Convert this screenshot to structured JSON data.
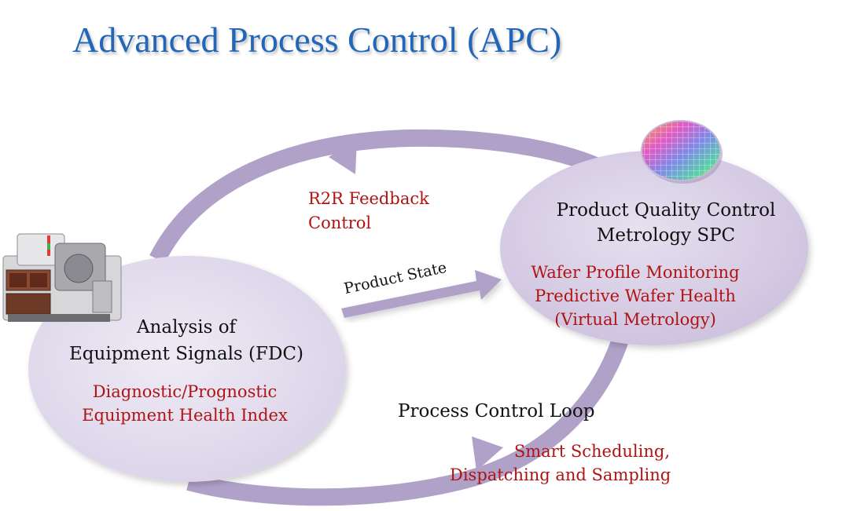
{
  "title": "Advanced Process Control (APC)",
  "feedback": {
    "line1": "R2R Feedback",
    "line2": "Control"
  },
  "quality": {
    "line1": "Product Quality Control",
    "line2": "Metrology SPC",
    "red1": "Wafer Profile Monitoring",
    "red2": "Predictive Wafer Health",
    "red3": "(Virtual Metrology)"
  },
  "product_state": "Product State",
  "equipment": {
    "line1": "Analysis of",
    "line2": "Equipment Signals (FDC)",
    "red1": "Diagnostic/Prognostic",
    "red2": "Equipment Health Index"
  },
  "loop_label": "Process Control Loop",
  "scheduling": {
    "line1": "Smart Scheduling,",
    "line2": "Dispatching and Sampling"
  },
  "colors": {
    "title": "#2166b8",
    "loop": "#b0a1c9",
    "bubble_fill": "#e4deee",
    "bubble_fill_right": "#d8cfe6",
    "red_text": "#b01313"
  }
}
